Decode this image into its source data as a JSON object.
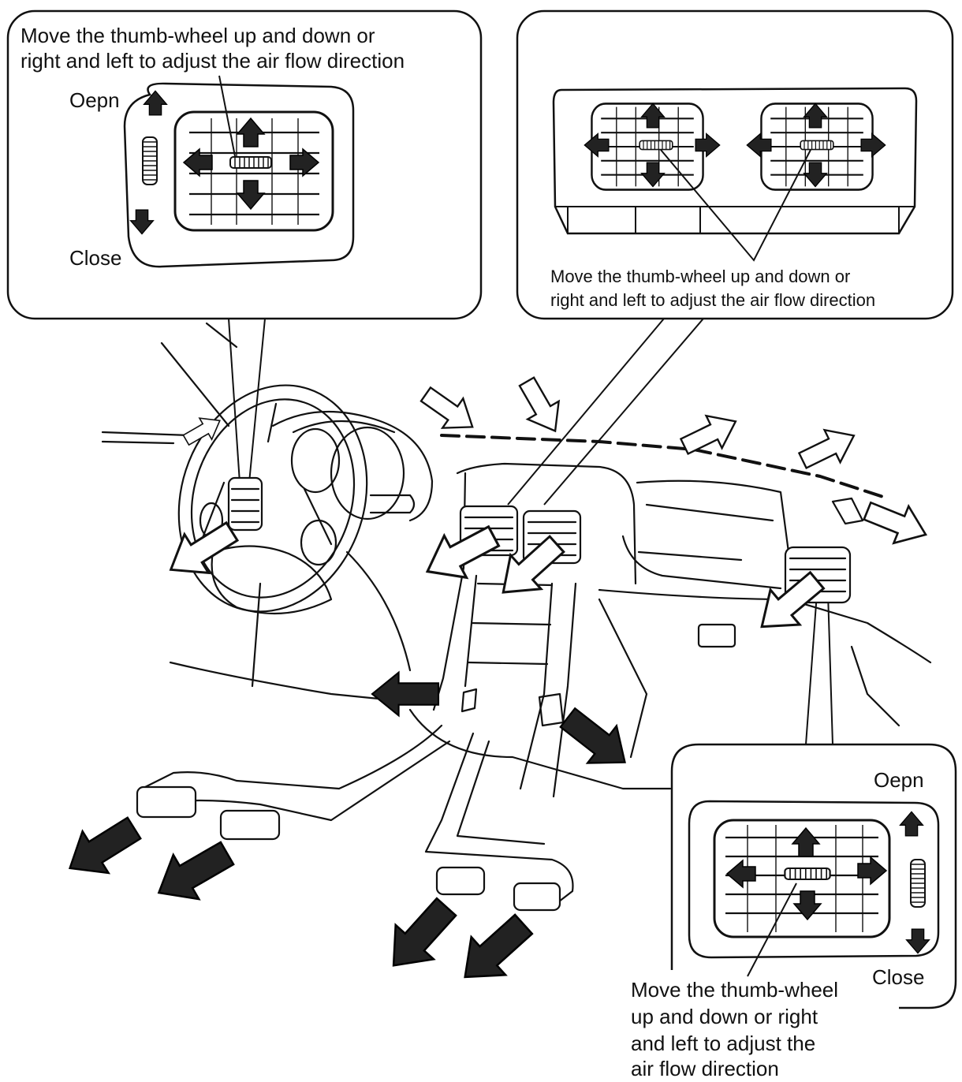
{
  "callouts": {
    "top_left": {
      "instruction_line1": "Move the thumb-wheel up and down or",
      "instruction_line2": "right and left to adjust the air flow direction",
      "open_label": "Oepn",
      "close_label": "Close"
    },
    "top_right": {
      "instruction_line1": "Move the thumb-wheel up and down or",
      "instruction_line2": "right and left to adjust the air flow direction"
    },
    "bottom_right": {
      "open_label": "Oepn",
      "close_label": "Close",
      "instruction_line1": "Move the thumb-wheel",
      "instruction_line2": "up and down or right",
      "instruction_line3": "and left to adjust the",
      "instruction_line4": "air flow direction"
    }
  },
  "colors": {
    "ink": "#111111",
    "arrow_fill": "#222222",
    "outline_arrow_fill": "#ffffff",
    "background": "#ffffff"
  },
  "icons": [
    "up-arrow-icon",
    "down-arrow-icon",
    "left-arrow-icon",
    "right-arrow-icon",
    "thumb-wheel-icon",
    "air-vent-icon"
  ]
}
